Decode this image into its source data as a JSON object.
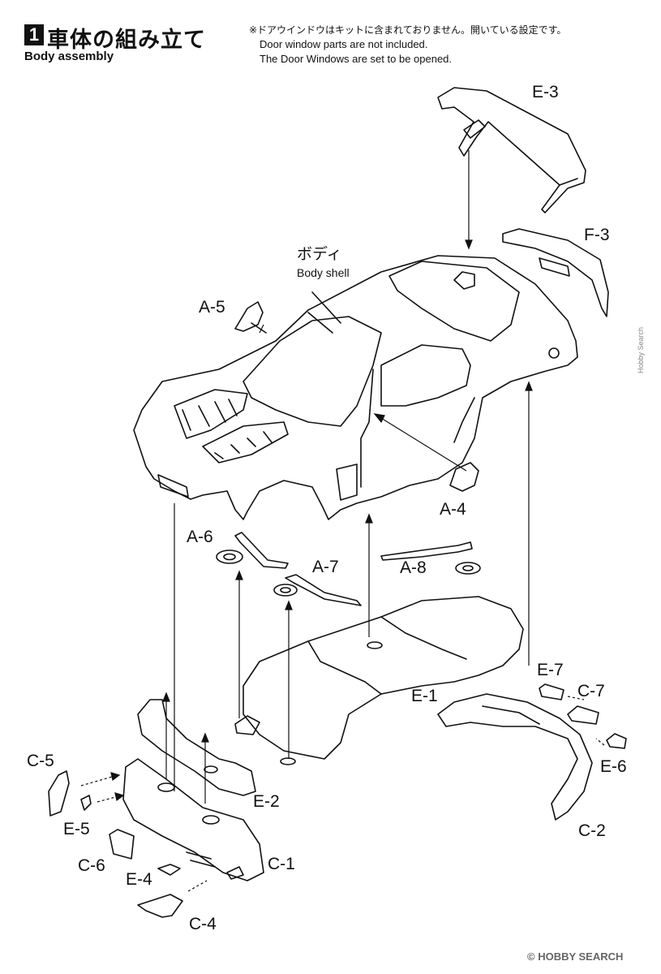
{
  "header": {
    "step_number": "1",
    "title_jp": "車体の組み立て",
    "title_en": "Body assembly"
  },
  "notes": {
    "jp": "※ドアウインドウはキットに含まれておりません。開いている設定です。",
    "en1": "Door window parts are not included.",
    "en2": "The Door Windows are set to be opened."
  },
  "body_shell": {
    "jp": "ボディ",
    "en": "Body shell"
  },
  "parts": {
    "e3": "E-3",
    "f3": "F-3",
    "a5": "A-5",
    "a4": "A-4",
    "a6": "A-6",
    "a7": "A-7",
    "a8": "A-8",
    "e1": "E-1",
    "e7": "E-7",
    "c7": "C-7",
    "e6": "E-6",
    "c2": "C-2",
    "c5": "C-5",
    "e5": "E-5",
    "e2": "E-2",
    "c1": "C-1",
    "c6": "C-6",
    "e4": "E-4",
    "c4": "C-4"
  },
  "watermark": "© HOBBY SEARCH",
  "side_text": "Hobby Search"
}
